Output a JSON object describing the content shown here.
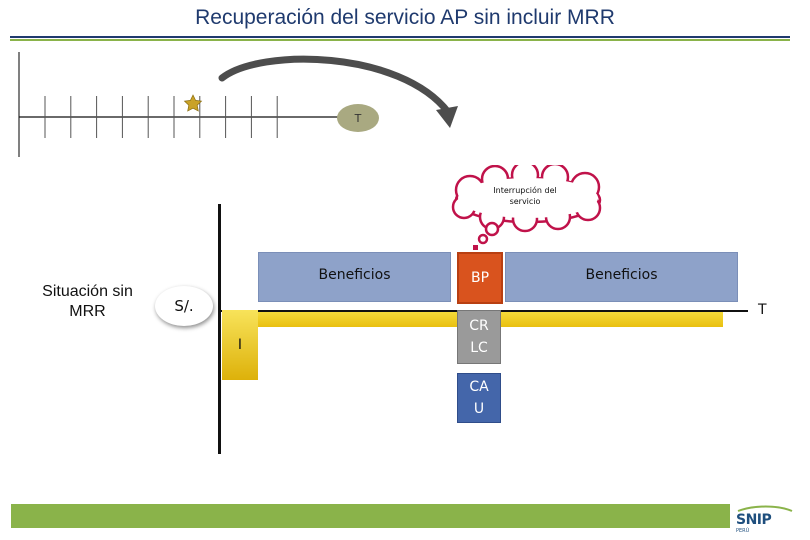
{
  "title": "Recuperación del servicio AP sin incluir MRR",
  "timeline": {
    "t_label": "T",
    "tick_count": 10,
    "star_icon": "star-icon"
  },
  "cloud": {
    "text_line1": "Interrupción del",
    "text_line2": "servicio"
  },
  "diagram": {
    "situacion_line1": "Situación sin",
    "situacion_line2": "MRR",
    "currency": "S/.",
    "t_right": "T",
    "beneficios_left": "Beneficios",
    "beneficios_right": "Beneficios",
    "bp": "BP",
    "crlc_line1": "CR",
    "crlc_line2": "LC",
    "cau_line1": "CA",
    "cau_line2": "U",
    "investment": "I"
  },
  "footer": {
    "logo_text": "SNIP",
    "logo_sub": "PERÚ"
  },
  "colors": {
    "title": "#1f3a6e",
    "accent_green": "#8ab34a",
    "beneficios": "#8ea2c9",
    "bp": "#d9531e",
    "crlc": "#9a9a9a",
    "cau": "#4466aa",
    "gold": "#f0cc20"
  }
}
